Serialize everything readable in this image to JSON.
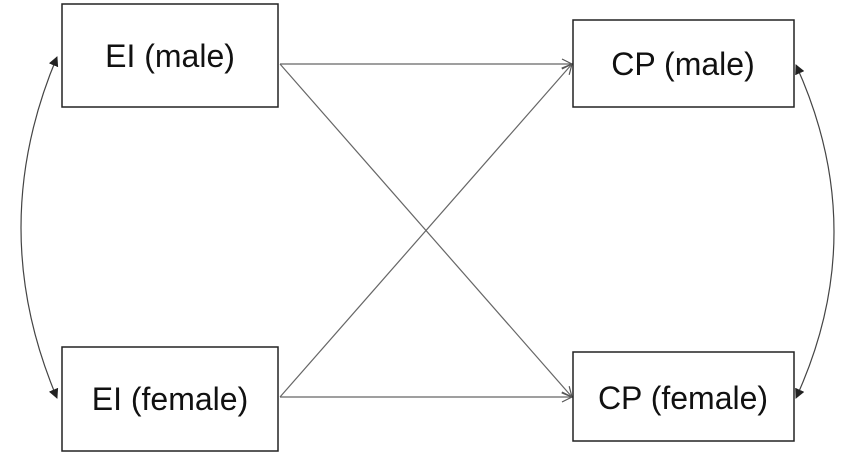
{
  "diagram": {
    "nodes": [
      {
        "id": "ei_male",
        "label": "EI (male)"
      },
      {
        "id": "cp_male",
        "label": "CP (male)"
      },
      {
        "id": "ei_female",
        "label": "EI (female)"
      },
      {
        "id": "cp_female",
        "label": "CP (female)"
      }
    ],
    "paths": [
      {
        "from": "EI (male)",
        "to": "CP (male)",
        "type": "directed"
      },
      {
        "from": "EI (male)",
        "to": "CP (female)",
        "type": "directed"
      },
      {
        "from": "EI (female)",
        "to": "CP (male)",
        "type": "directed"
      },
      {
        "from": "EI (female)",
        "to": "CP (female)",
        "type": "directed"
      },
      {
        "from": "EI (male)",
        "to": "EI (female)",
        "type": "covariance"
      },
      {
        "from": "CP (male)",
        "to": "CP (female)",
        "type": "covariance"
      }
    ]
  }
}
